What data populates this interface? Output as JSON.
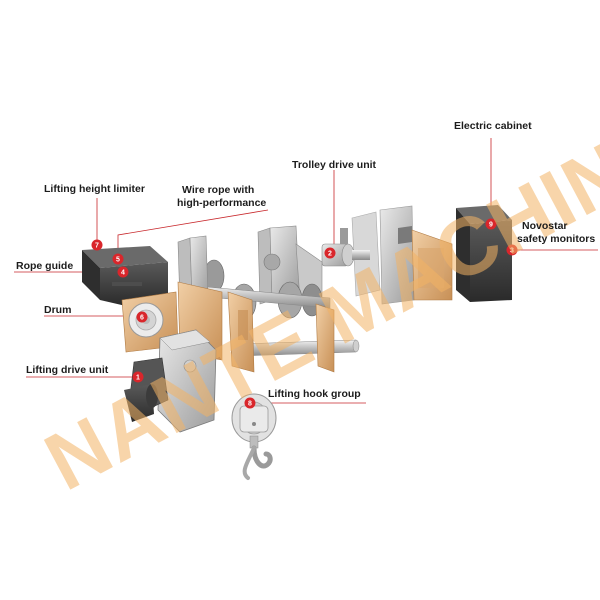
{
  "labels": {
    "lifting_height_limiter": "Lifting height limiter",
    "wire_rope_line1": "Wire rope with",
    "wire_rope_line2": "high-performance",
    "rope_guide": "Rope guide",
    "drum": "Drum",
    "lifting_drive_unit": "Lifting drive unit",
    "trolley_drive_unit": "Trolley drive unit",
    "lifting_hook_group": "Lifting hook group",
    "electric_cabinet": "Electric cabinet",
    "novostar_line1": "Novostar",
    "novostar_line2": "safety monitors"
  },
  "badges": {
    "b1": "1",
    "b2": "2",
    "b3": "3",
    "b4": "4",
    "b5": "5",
    "b6": "6",
    "b7": "7",
    "b8": "8",
    "b9": "9"
  },
  "watermark": "NANTE MACHINERY",
  "colors": {
    "badge": "#d9262b",
    "leader": "#c8282c",
    "copper": "#e3b27f",
    "dark": "#3a3a3a",
    "grey": "#b5b5b5",
    "watermark": "#f3b264"
  }
}
